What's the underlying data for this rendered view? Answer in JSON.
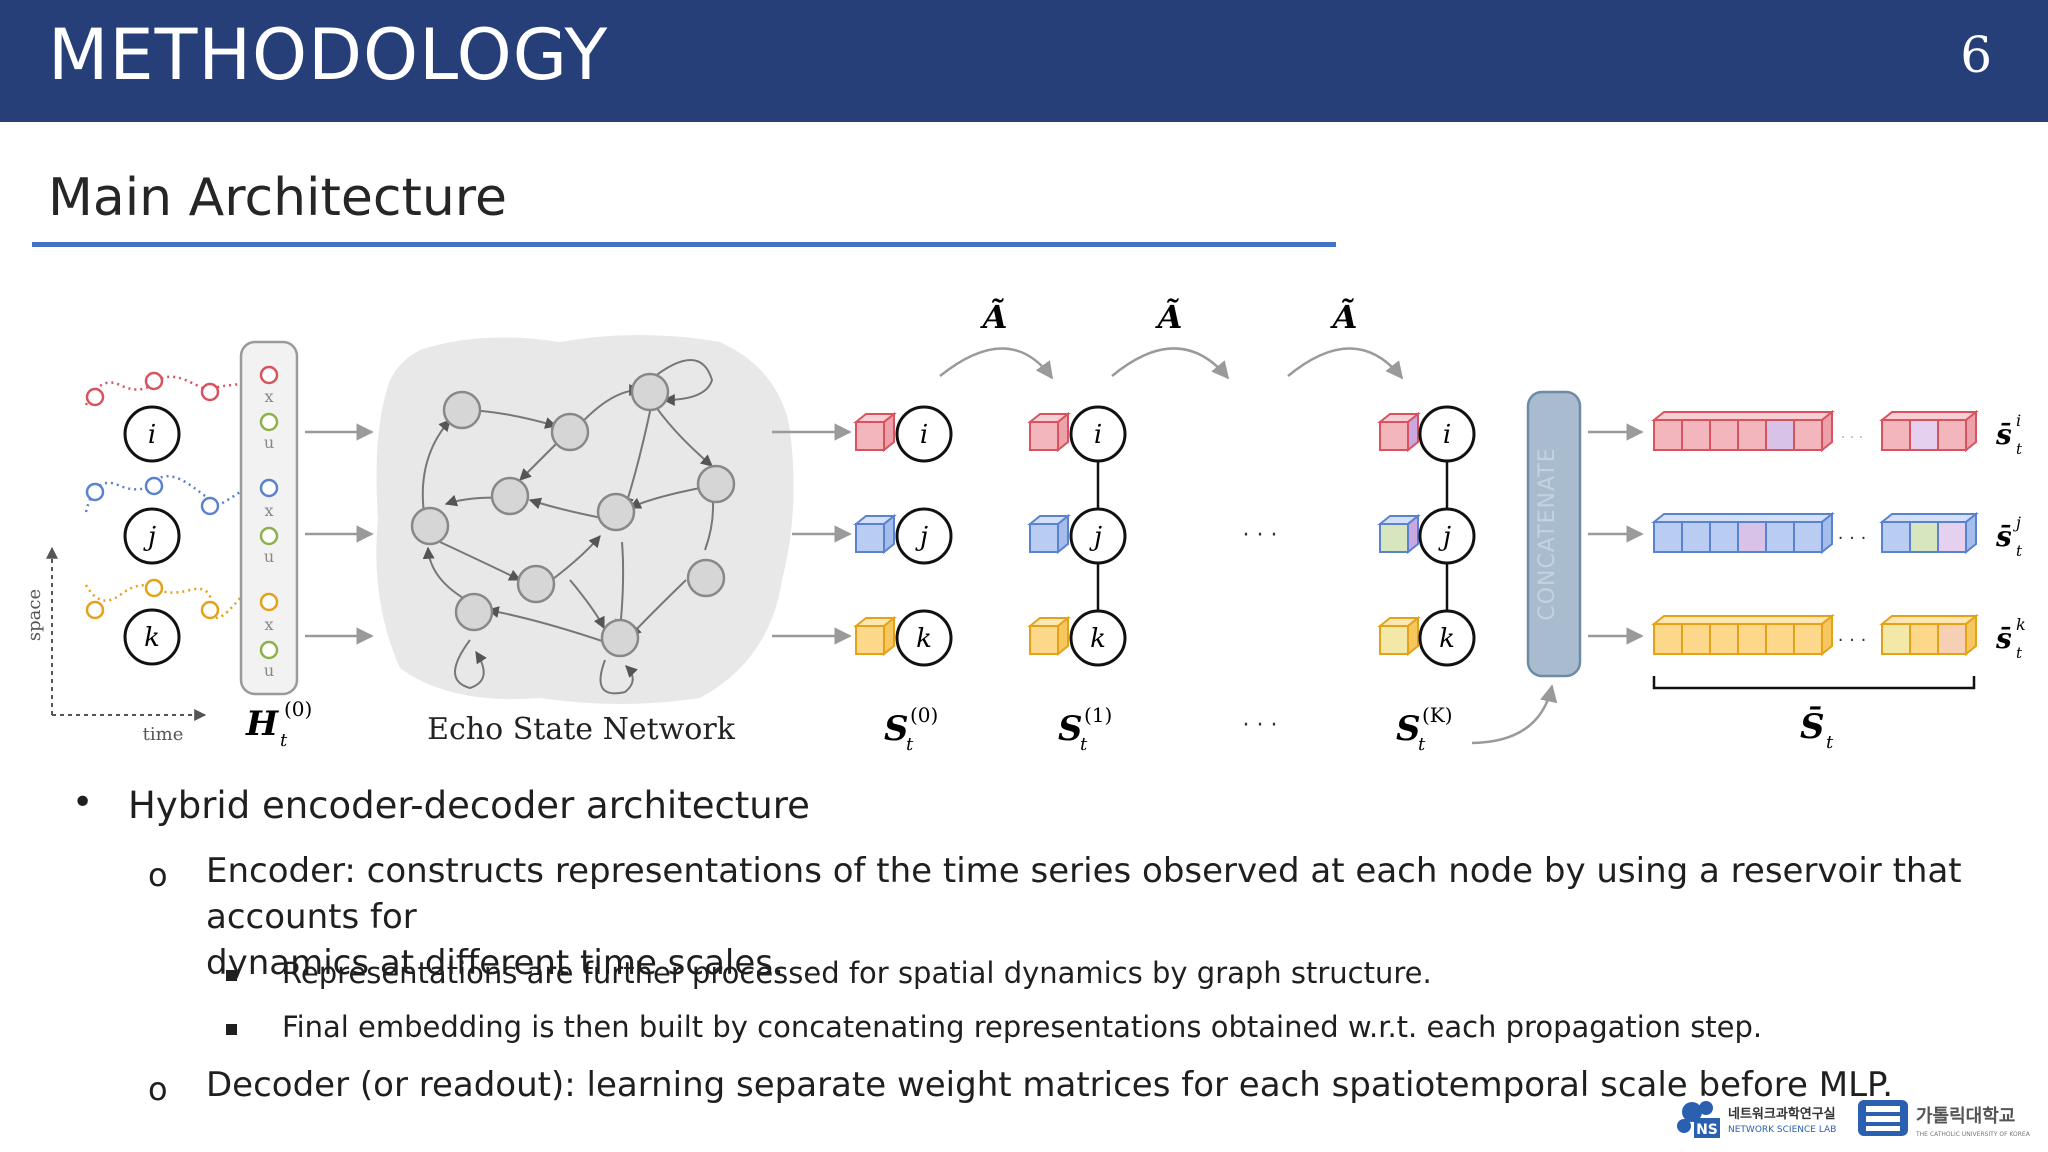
{
  "header": {
    "title": "METHODOLOGY",
    "page_number": "6"
  },
  "section": {
    "title": "Main Architecture"
  },
  "diagram": {
    "node_labels": [
      "i",
      "j",
      "k"
    ],
    "input_labels": [
      "x",
      "u",
      "x",
      "u",
      "x",
      "u"
    ],
    "axis_space": "space",
    "axis_time": "time",
    "h_label": "H",
    "h_sup": "(0)",
    "h_sub": "t",
    "esn_label": "Echo State Network",
    "a_label": "Ã",
    "s_label": "S",
    "s_sub": "t",
    "s0_sup": "(0)",
    "s1_sup": "(1)",
    "sk_sup": "(K)",
    "ellipsis": "· · ·",
    "concat_label": "CONCATENATE",
    "sbar_label": "S̄",
    "row_out_labels": [
      "s̄",
      "s̄",
      "s̄"
    ],
    "row_out_sups": [
      "i",
      "j",
      "k"
    ],
    "colors": {
      "red": "#f4b6bd",
      "red_stroke": "#d9535f",
      "blue": "#b9cdf2",
      "blue_stroke": "#5b82cf",
      "yellow": "#fbd88a",
      "yellow_stroke": "#e3a21a",
      "green_stroke": "#8db14b"
    }
  },
  "bullets": {
    "level1": "Hybrid encoder-decoder architecture",
    "encoder": "Encoder: constructs representations of the time series observed at each node by using a reservoir that accounts for",
    "encoder_cont": "dynamics at different time scales.",
    "sub1": "Representations are further processed for spatial dynamics by graph structure.",
    "sub2": "Final embedding is then built by concatenating representations obtained w.r.t. each propagation step.",
    "decoder": "Decoder (or readout): learning separate weight matrices for each spatiotemporal scale before MLP.",
    "marker_level1": "•",
    "marker_level2": "o"
  },
  "logos": {
    "lab_kr": "네트워크과학연구실",
    "lab_en": "NETWORK SCIENCE LAB",
    "lab_badge": "NS",
    "univ_kr": "가톨릭대학교",
    "univ_en": "THE CATHOLIC UNIVERSITY OF KOREA"
  }
}
